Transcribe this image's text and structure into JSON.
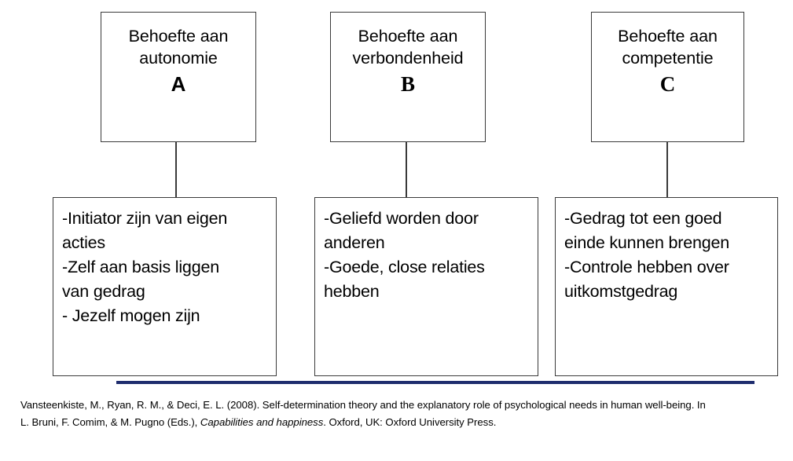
{
  "diagram": {
    "title_blocks": [
      {
        "id": "A",
        "line1": "Behoefte aan",
        "line2": "autonomie",
        "letter": "A",
        "letter_style": "sans"
      },
      {
        "id": "B",
        "line1": "Behoefte aan",
        "line2": "verbondenheid",
        "letter": "B",
        "letter_style": "serif"
      },
      {
        "id": "C",
        "line1": "Behoefte aan",
        "line2": "competentie",
        "letter": "C",
        "letter_style": "serif"
      }
    ],
    "detail_blocks": [
      {
        "id": "A",
        "lines": [
          "-Initiator zijn van eigen",
          "acties",
          "-Zelf aan basis liggen",
          "van gedrag",
          "- Jezelf mogen zijn"
        ]
      },
      {
        "id": "B",
        "lines": [
          "-Geliefd worden door",
          "anderen",
          "-Goede, close relaties",
          "hebben"
        ]
      },
      {
        "id": "C",
        "lines": [
          "-Gedrag tot een goed",
          "einde kunnen brengen",
          "-Controle hebben over",
          "uitkomstgedrag"
        ]
      }
    ]
  },
  "rule": {
    "color": "#1f2d6e"
  },
  "citation": {
    "line1": "Vansteenkiste, M., Ryan, R. M., & Deci, E. L. (2008). Self-determination theory and the explanatory role of psychological needs in human well-being. In",
    "line2_part1": "L. Bruni, F. Comim, & M. Pugno (Eds.), ",
    "line2_italic": "Capabilities and happiness",
    "line2_part2": ". Oxford, UK: Oxford University Press."
  },
  "colors": {
    "box_border": "#3a3a3a",
    "rule_blue": "#1f2d6e",
    "text": "#000000",
    "background": "#ffffff"
  }
}
